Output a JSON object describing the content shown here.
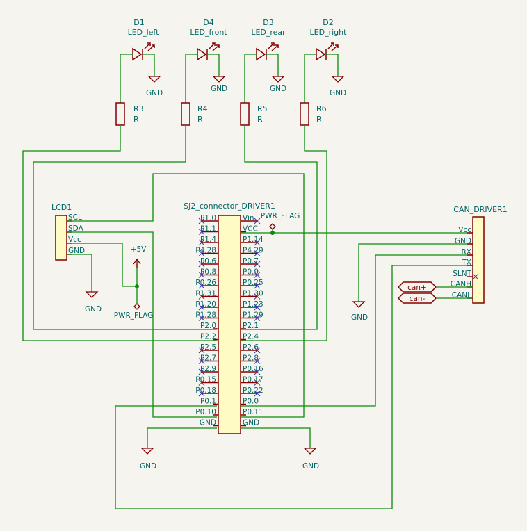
{
  "leds": [
    {
      "ref": "D1",
      "value": "LED_left",
      "gnd": "GND",
      "res_ref": "R3",
      "res_val": "R"
    },
    {
      "ref": "D4",
      "value": "LED_front",
      "gnd": "GND",
      "res_ref": "R4",
      "res_val": "R"
    },
    {
      "ref": "D3",
      "value": "LED_rear",
      "gnd": "GND",
      "res_ref": "R5",
      "res_val": "R"
    },
    {
      "ref": "D2",
      "value": "LED_right",
      "gnd": "GND",
      "res_ref": "R6",
      "res_val": "R"
    }
  ],
  "lcd": {
    "ref": "LCD1",
    "pins": [
      "SCL",
      "SDA",
      "Vcc",
      "GND"
    ],
    "gnd": "GND",
    "vcc_label": "+5V",
    "pwr_flag": "PWR_FLAG"
  },
  "driver": {
    "ref": "SJ2_connector_DRIVER1",
    "left_pins": [
      "P1.0",
      "P1.1",
      "P1.4",
      "P4.28",
      "P0.6",
      "P0.8",
      "P0.26",
      "P1.31",
      "P1.20",
      "P1.28",
      "P2.0",
      "P2.2",
      "P2.5",
      "P2.7",
      "P2.9",
      "P0.15",
      "P0.18",
      "P0.1",
      "P0.10",
      "GND"
    ],
    "right_pins": [
      "Vin",
      "VCC",
      "P1.14",
      "P4.29",
      "P0.7",
      "P0.9",
      "P0.25",
      "P1.30",
      "P1.23",
      "P1.29",
      "P2.1",
      "P2.4",
      "P2.6",
      "P2.8",
      "P0.16",
      "P0.17",
      "P0.22",
      "P0.0",
      "P0.11",
      "GND"
    ],
    "pwr_flag": "PWR_FLAG",
    "gnd_left": "GND",
    "gnd_right": "GND"
  },
  "can": {
    "ref": "CAN_DRIVER1",
    "pins": [
      "Vcc",
      "GND",
      "RX",
      "TX",
      "SLNT",
      "CANH",
      "CANL"
    ],
    "gnd": "GND",
    "label_plus": "can+",
    "label_minus": "can-"
  }
}
